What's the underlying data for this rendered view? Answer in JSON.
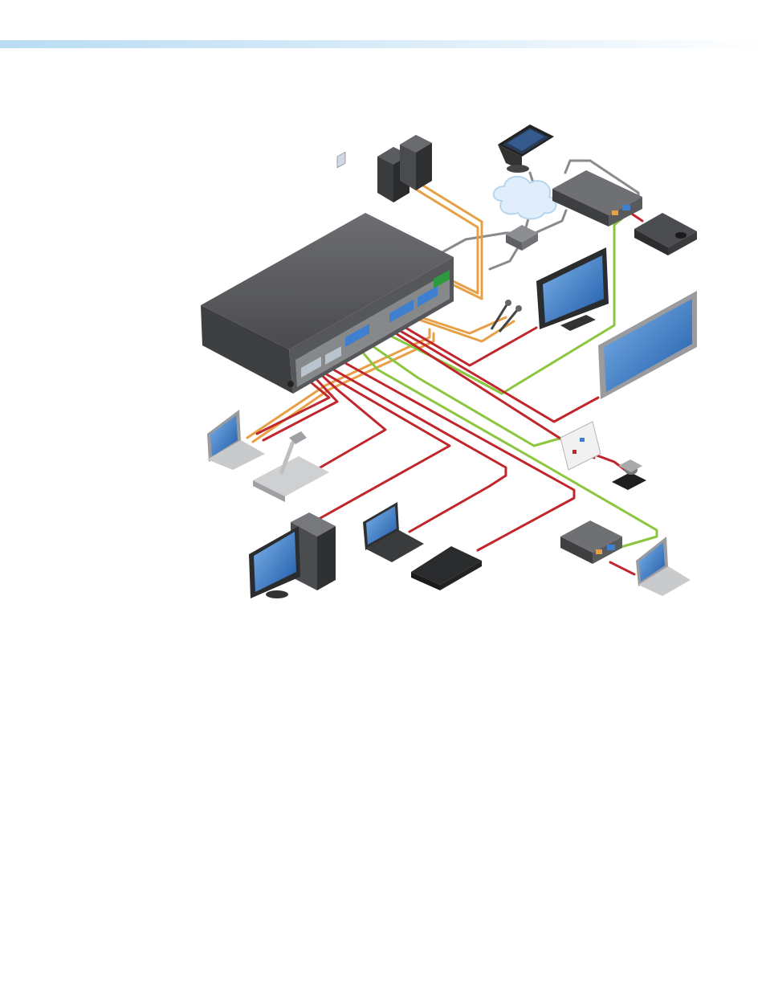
{
  "header": {
    "accent_color": "#c9e5f6"
  },
  "diagram": {
    "colors": {
      "video_cable": "#c0272d",
      "audio_cable": "#e8a046",
      "hdbaset_cable": "#8cc63f",
      "control_cable": "#8a8a8a",
      "chassis": "#5a5b5d",
      "screen": "#2e6fc0"
    },
    "devices": [
      "matrix-switcher",
      "speakers",
      "touchpanel",
      "network-cloud",
      "ethernet-switch",
      "hdbaset-receiver",
      "projector",
      "flat-panel-display",
      "large-display",
      "microphones",
      "laptop",
      "document-camera",
      "pc-tower-with-monitor",
      "laptop",
      "blu-ray-player",
      "wall-plate-transmitter",
      "ptz-camera",
      "hdbaset-transmitter",
      "laptop"
    ]
  }
}
